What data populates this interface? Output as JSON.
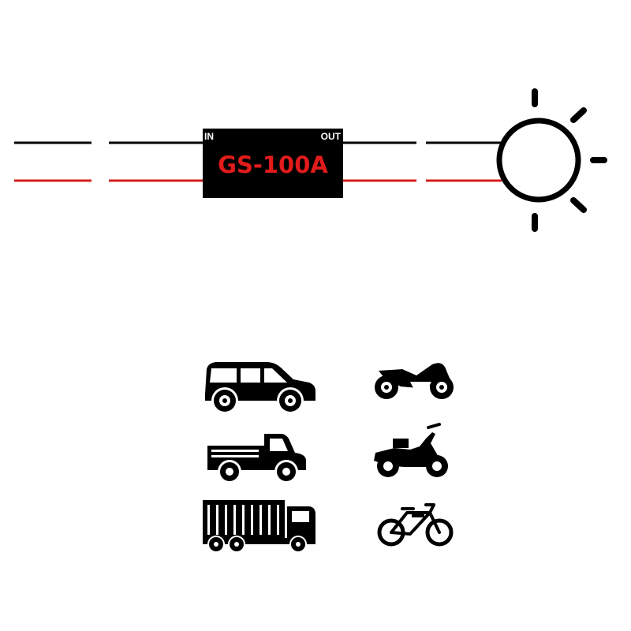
{
  "module": {
    "in_label": "IN",
    "out_label": "OUT",
    "name": "GS-100A",
    "body_color": "#000000",
    "name_color": "#e21b1b"
  },
  "wires": {
    "positive_color": "#d81c1c",
    "negative_color": "#000000"
  },
  "lamp": {
    "icon": "sun-light-icon"
  },
  "vehicles": [
    {
      "icon": "suv-car-icon"
    },
    {
      "icon": "motorcycle-icon"
    },
    {
      "icon": "pickup-truck-icon"
    },
    {
      "icon": "scooter-icon"
    },
    {
      "icon": "cargo-truck-icon"
    },
    {
      "icon": "electric-bicycle-icon"
    }
  ]
}
